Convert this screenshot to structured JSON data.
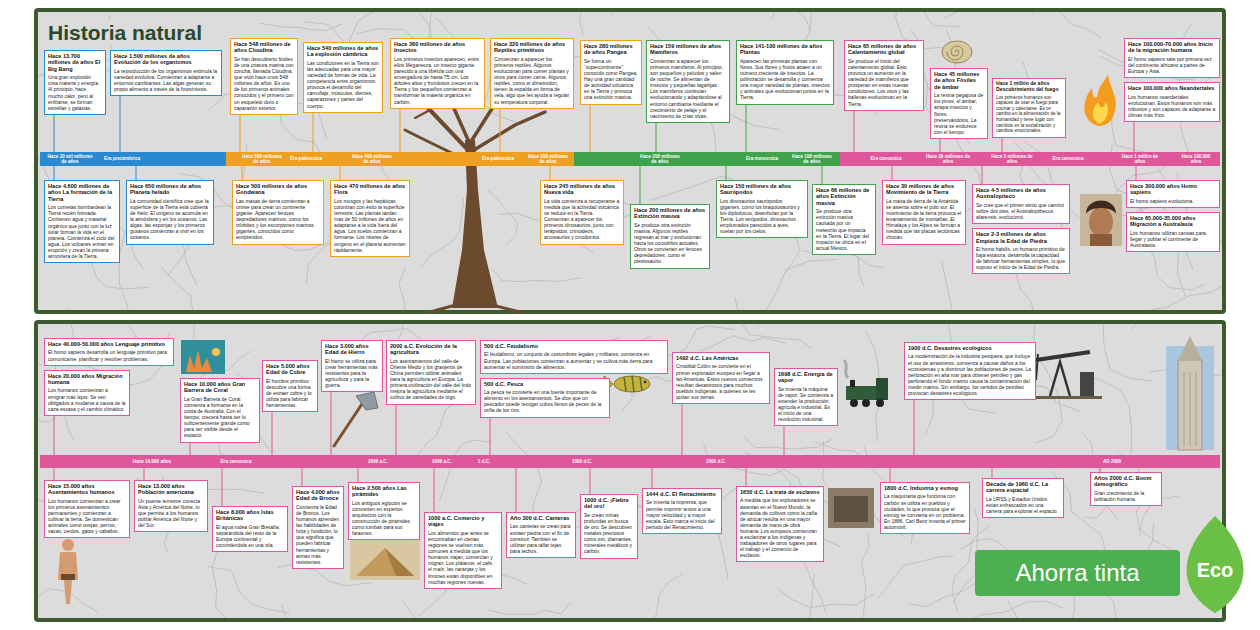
{
  "diagram": {
    "title": "Historia natural",
    "nodes": [
      {
        "text": [
          "Hace 13.700 millones de años El Big Bang",
          "Una gran explosión crea materia y energía. Al principio, hace mucho calor, pero al enfriarse, se forman estrellas y galaxias."
        ]
      },
      {
        "text": [
          "Hace 1.500 millones de años Evolución de los organismos",
          "La reproducción de los organismos estimula la variedad evolutiva. Comienzan a adaptarse a entornos cambiantes. Las algas generan su propio alimento a través de la fotosíntesis."
        ]
      },
      {
        "text": [
          "Hace 548 millones de años Cloudina",
          "Se han descubierto fósiles de una criatura marina con concha, llamada Cloudina, que vivió hace unos 548 millones de años. Es uno de los primeros animales conocidos y el primero con un esqueleto duro o caparazón exterior."
        ]
      },
      {
        "text": [
          "Hace 540 millones de años La explosión cámbrica",
          "Las condiciones en la Tierra son las adecuadas para una mayor variedad de formas de vida. La competencia entre organismos provoca el desarrollo del camuflaje, músculos, dientes, caparazones y partes del cuerpo."
        ]
      },
      {
        "text": [
          "Hace 360 millones de años Insectos",
          "Los primeros insectos aparecen, entre ellos Meganeura, un insecto gigante parecido a una libélula con una envergadura de hasta 75 cm. Los árboles altos y frondosos crecen en la Tierra y los pequeños comienzan a transformar la materia orgánica en carbón."
        ]
      },
      {
        "text": [
          "Hace 320 millones de años Reptiles primitivos",
          "Comienzan a aparecer los primeros reptiles. Algunos evolucionan para comer plantas y otros para comer carne. Algunos reptiles, como el dimetrodon, tienen la espalda en forma de vela, algo que les ayuda a regular su temperatura corporal."
        ]
      },
      {
        "text": [
          "Hace 280 millones de años Pangea",
          "Se forma un “supercontinente” conocido como Pangea. Hay una gran cantidad de actividad volcánica en la Tierra y provoca una extinción masiva."
        ]
      },
      {
        "text": [
          "Hace 159 millones de años Mamíferos",
          "Comienzan a aparecer los primeros mamíferos. Al principio, son pequeños y peludos y salen de noche. Se alimentan de insectos y pequeñas lagartijas. Los mamíferos continúan evolucionando y adaptándose al entorno cambiante mediante el crecimiento de pelaje y el nacimiento de crías vivas."
        ]
      },
      {
        "text": [
          "Hace 141-100 millones de años Plantas",
          "Aparecen las primeras plantas con flores. Sus flores y frutos atraen a un número creciente de insectos. La polinización se desarrolla y comienza una mayor variedad de plantas, insectos y animales que evolucionan juntos en la Tierra."
        ]
      },
      {
        "text": [
          "Hace 65 millones de años Calentamiento global",
          "Se produce el inicio del calentamiento global. Esto provoca un aumento en la variedad de mamíferos que prosperan en estas nuevas condiciones. Los osos y las ballenas evolucionan en la Tierra."
        ]
      },
      {
        "text": [
          "Hace 45 millones de años Fósiles de ámbar",
          "La resina pegajosa de los pinos, el ámbar, atrapa insectos y flores, preservándolos. La resina se endurece con el tiempo."
        ]
      },
      {
        "text": [
          "Hace 1 millón de años Descubrimiento del fuego",
          "Los primeros humanos son capaces de usar el fuego para cocinar y calentarse. Es un cambio en la alimentación de la humanidad y tiene lugar con cambios en la socialización y cambios emocionales."
        ]
      },
      {
        "text": [
          "Hace 100.000-70.000 años Inicio de la migración humana",
          "El homo sapiens sale por primera vez del continente africano a partes de Europa y Asia."
        ]
      },
      {
        "text": [
          "Hace 100.000 años Neandertales",
          "Los humanos neandertales evolucionan. Estos humanos son más robustos y son capaces de adaptarse a climas más fríos."
        ]
      },
      {
        "text": [
          "Hace 4.600 millones de años La formación de la Tierra",
          "Los cometas bombardean la Tierra recién formada. Contienen agua y material orgánico que junto con la luz solar forman la vida en el planeta. Comienza el ciclo del agua. Los volcanes entran en erupción y crean la primera atmósfera de la Tierra."
        ]
      },
      {
        "text": [
          "Hace 650 millones de años Planeta helado",
          "La comunidad científica cree que la superficie de la Tierra está cubierta de hielo. El oxígeno se acumula en la atmósfera y en los océanos. Las algas, las esponjas y los primeros gusanos comienzan a vivir en los océanos."
        ]
      },
      {
        "text": [
          "Hace 500 millones de años Gondwana",
          "Las masas de tierra comienzan a unirse para crear un continente gigante. Aparecen feroces depredadores marinos, como los trilobites y los escorpiones marinos gigantes, conocidos como euriptéridos."
        ]
      },
      {
        "text": [
          "Hace 470 millones de años Flora",
          "Los musgos y las hepáticas colonizan con éxito la superficie terrestre. Las plantas tardan más de 50 millones de años en adaptarse a la vida fuera del agua. Los suelos comienzan a formarse. Los niveles de oxígeno en el planeta aumentan rápidamente."
        ]
      },
      {
        "text": [
          "Hace 245 millones de años Nueva vida",
          "La vida comienza a recuperarse a medida que la actividad volcánica se reduce en la Tierra. Comienzan a aparecer los primeros dinosaurios, junto con terápsidos, crinoideos, arcosaurios y cinodontos."
        ]
      },
      {
        "text": [
          "Hace 200 millones de años Extinción masiva",
          "Se produce otra extinción masiva. Algunos reptiles regresan al mar y evolucionan hacia los cocodrilos actuales. Otros se convierten en feroces depredadores, como el plesiosaurio."
        ]
      },
      {
        "text": [
          "Hace 150 millones de años Saurópodos",
          "Los dinosaurios saurópodos gigantes, como los braquiosaurios y los diplodocus, deambulan por la Tierra. Los terópodos, dinosaurios emplumados parecidos a aves, vuelan por los cielos."
        ]
      },
      {
        "text": [
          "Hace 66 millones de años Extinción masiva",
          "Se produce otra extinción masiva causada por un meteorito que impacta en la Tierra. El lugar del impacto se ubica en el actual México."
        ]
      },
      {
        "text": [
          "Hace 30 millones de años Movimiento de la Tierra",
          "La masa de tierra de la Antártida se asienta sobre el polo sur. El movimiento de la tierra provoca el levantamiento de montañas. El Himalaya y los Alpes se forman a medida que las placas tectónicas chocan."
        ]
      },
      {
        "text": [
          "Hace 4-5 millones de años Australopiteco",
          "Se cree que el primer simio que caminó sobre dos pies, el Australopithecus afarensis, evolucionó."
        ]
      },
      {
        "text": [
          "Hace 2-3 millones de años Empieza la Edad de Piedra",
          "El homo habilis, un humano primitivo de baja estatura, desarrolla la capacidad de fabricar herramientas simples, lo que supuso el inicio de la Edad de Piedra."
        ]
      },
      {
        "text": [
          "Hace 300.000 años Homo sapiens",
          "El homo sapiens evoluciona."
        ]
      },
      {
        "text": [
          "Hace 65.000-35.000 años Migración a Australasia",
          "Los humanos utilizan canoas para llegar y poblar el continente de Australasia."
        ]
      },
      {
        "text": [
          "Hace 40.000-50.000 años Lenguaje primitivo",
          "El homo sapiens desarrolla un lenguaje primitivo para comunicarse, planificar y resolver problemas."
        ]
      },
      {
        "text": [
          "Hace 20.000 años Migración humana",
          "Los humanos comienzan a emigrar más lejos. Se ven obligados a mudarse a causa de la caza escasa y el cambio climático."
        ]
      },
      {
        "text": [
          "Hace 10.000 años Gran Barrera de Coral",
          "La Gran Barrera de Coral comienza a formarse en la costa de Australia. Con el tiempo, crecerá hasta ser lo suficientemente grande como para ser visible desde el espacio."
        ]
      },
      {
        "text": [
          "Hace 5.000 años Edad de Cobre",
          "El hombre primitivo descubre una forma de extraer cobre y lo utiliza para fabricar herramientas."
        ]
      },
      {
        "text": [
          "Hace 3.000 años Edad de Hierro",
          "El hierro se utiliza para crear herramientas más resistentes para la agricultura y para la guerra."
        ]
      },
      {
        "text": [
          "2000 a.C. Evolución de la agricultura",
          "Los asentamientos del valle de Oriente Medio y los granjeros de China permiten utilizar animales para la agricultura en Europa. La primera civilización del valle del Indo mejora la agricultura mediante el cultivo de variedades de trigo."
        ]
      },
      {
        "text": [
          "500 d.C. Feudalismo",
          "El feudalismo, un conjunto de costumbres legales y militares, comienza en Europa. Las poblaciones comienzan a aumentar y se cultiva más tierra para aumentar el suministro de alimentos."
        ]
      },
      {
        "text": [
          "500 d.C. Pesca",
          "La pesca se convierte en una fuente importante de alimento en los asentamientos. Se dice que un pescador puede recoger cubos llenos de peces de la orilla de los ríos."
        ]
      },
      {
        "text": [
          "1492 d.C. Las Américas",
          "Cristóbal Colón se convierte en el primer explorador europeo en llegar a las Américas. Estos nuevos comienzos resultan desastrosos para muchos pueblos indígenas, a quienes se les quitan sus tierras."
        ]
      },
      {
        "text": [
          "1698 d.C. Energía de vapor",
          "Se inventa la máquina de vapor. Se comienza a extender la producción agrícola e industrial. Es el inicio de una revolución industrial."
        ]
      },
      {
        "text": [
          "1900 d.C. Desastres ecológicos",
          "La modernización de la industria pesquera, que incluye el uso de arrastreros, comienza a causar daños a los ecosistemas y a disminuir las poblaciones de peces. La perforación en alta mar para obtener petróleo y gas perforando el fondo marino causa la contaminación del medio marino. Sin embargo, los vertidos de petróleo provocan desastres ecológicos."
        ]
      },
      {
        "text": [
          "Hace 15.000 años Asentamientos humanos",
          "Los humanos comienzan a crear los primeros asentamientos permanentes y comienzan a cultivar la tierra. Se domestican animales como ovejas, perros, vacas, cerdos, gatos y caballos."
        ]
      },
      {
        "text": [
          "Hace 13.000 años Población americana",
          "Un puente terrestre conecta Asia y América del Norte, lo que permite a los humanos poblar América del Norte y del Sur."
        ]
      },
      {
        "text": [
          "Hace 8.000 años Islas Británicas",
          "El agua rodea Gran Bretaña, separándola del resto de la Europa continental y convirtiéndola en una isla."
        ]
      },
      {
        "text": [
          "Hace 4.000 años Edad de Bronce",
          "Comienza la Edad de Bronce. Los humanos aprenden las habilidades de forja y fundición, lo que significa que pueden fabricar herramientas y armas más resistentes."
        ]
      },
      {
        "text": [
          "Hace 2.500 años Las pirámides",
          "Los antiguos egipcios se convierten en expertos arquitectos con la construcción de pirámides como tumbas para sus faraones."
        ]
      },
      {
        "text": [
          "1000 a.C. Comercio y viajes",
          "Los alimentos que antes se encontraban en ciertas regiones se vuelven más comunes a medida que los humanos viajan, comercian y migran. Los plátanos, el café, el maíz, las naranjas y los limones están disponibles en muchas regiones nuevas."
        ]
      },
      {
        "text": [
          "Año 300 d.C. Canteras",
          "Las canteras se crean para extraer piedra con el fin de construir. También se utilizan para tallar tejas para techos."
        ]
      },
      {
        "text": [
          "1000 d.C. ¡Fiebre del oro!",
          "Se crean minas profundas en busca de oro. Se descubren metales preciosos como oro, diamantes, minerales metálicos y carbón."
        ]
      },
      {
        "text": [
          "1444 d.C. El Renacimiento",
          "Se inventa la imprenta, que permite imprimir textos a una mayor velocidad y a mayor escala. Esto marca el inicio del periodo del Renacimiento."
        ]
      },
      {
        "text": [
          "1650 d.C. La trata de esclavos",
          "A medida que los exploradores se asientan en el Nuevo Mundo, la demanda de cultivos como la caña de azúcar resulta en una mayor demanda de mano de obra humana. Los europeos comienzan a esclavizar a los indígenas y trabajadores de otros lugares para el trabajo y el comercio de esclavos."
        ]
      },
      {
        "text": [
          "1800 d.C. Industria y esmog",
          "La maquinaria que funciona con carbón se utiliza en pueblos y ciudades, lo que provoca que el esmog se convierta en un problema. En 1886, Carl Benz inventa el primer automóvil."
        ]
      },
      {
        "text": [
          "Década de 1960 d.C. La carrera espacial",
          "La URSS y Estados Unidos están enfrascados en una carrera para explorar el espacio."
        ]
      },
      {
        "text": [
          "Años 2000 d.C. Boom demográfico",
          "Gran crecimiento de la población humana."
        ]
      }
    ],
    "labels": [
      "Hace 20 mil millones de años",
      "Era precámbrica",
      "Hace 500 millones de años",
      "Era paleozoica",
      "Hace 400 millones de años",
      "Era paleozoica",
      "Hace 300 millones de años",
      "Hace 200 millones de años",
      "Era mesozoica",
      "Hace 100 millones de años",
      "Era cenozoica",
      "Hace 30 millones de años",
      "Hace 3 millones de años",
      "Era cenozoica",
      "Hace 1 millón de años",
      "Hace 100.000 años",
      "Hace 10.000 años",
      "Era cenozoica",
      "2000 a.C.",
      "1000 a.C.",
      "1 d.C.",
      "1000 d.C.",
      "1500 d.C.",
      "AD 2000",
      "Ahorra tinta",
      "Eco"
    ]
  }
}
